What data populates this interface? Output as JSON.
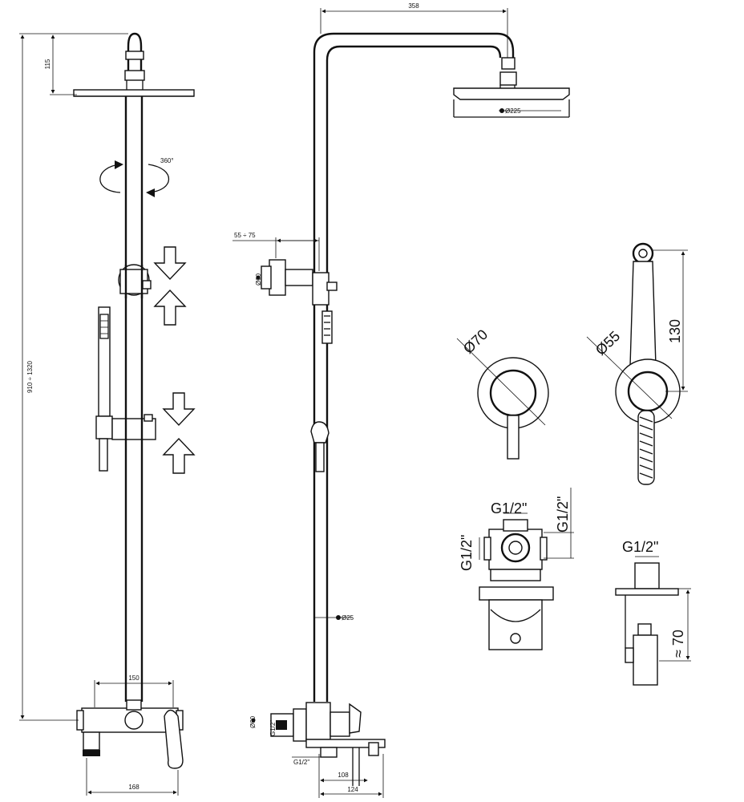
{
  "dimensions": {
    "head_top_height": "115",
    "total_height": "910 ÷ 1320",
    "rotation": "360°",
    "head_arm_length": "358",
    "head_diameter": "Ø225",
    "wall_bracket_offset": "55 ÷ 75",
    "bracket_diameter": "Ø60",
    "pipe_diameter": "Ø25",
    "inlet_spacing": "150",
    "base_width": "168",
    "valve_diameter": "Ø60",
    "valve_thread_vertical": "G1/2\"",
    "valve_thread_bottom": "G1/2\"",
    "spout_projection": "108",
    "spout_total": "124",
    "plate_diameter": "Ø70",
    "outlet_diameter": "Ø55",
    "handshower_height": "130",
    "thread_top": "G1/2\"",
    "thread_right": "G1/2\"",
    "thread_left": "G1/2\"",
    "thread_outlet": "G1/2\"",
    "outlet_depth": "≈ 70"
  }
}
